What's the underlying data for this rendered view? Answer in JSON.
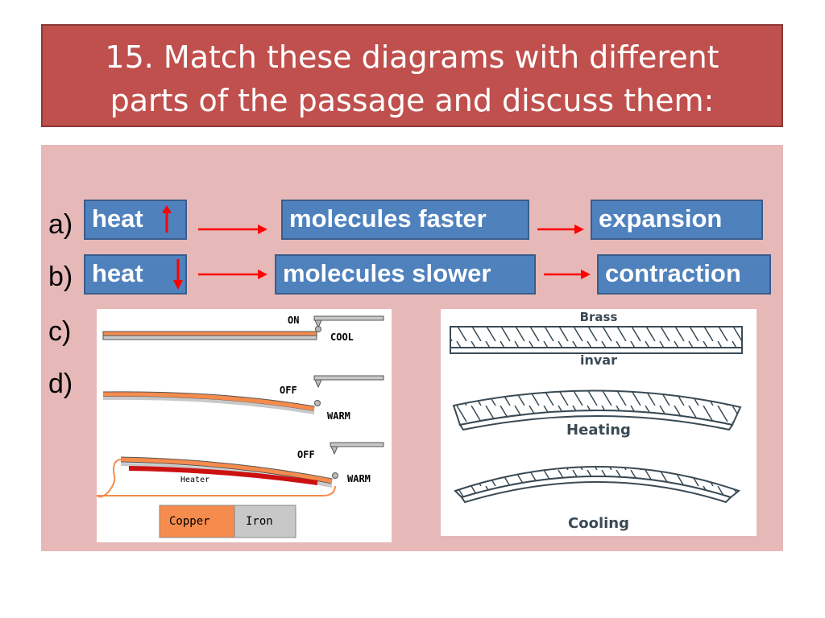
{
  "title": {
    "line1": "15. Match these diagrams with different",
    "line2": "parts of the passage and discuss them:"
  },
  "items": [
    {
      "label": "a)",
      "chips": [
        "heat",
        "molecules faster",
        "expansion"
      ],
      "heat_arrow": "up"
    },
    {
      "label": "b)",
      "chips": [
        "heat",
        "molecules slower",
        "contraction"
      ],
      "heat_arrow": "down"
    },
    {
      "label": "c)"
    },
    {
      "label": "d)"
    }
  ],
  "thermostat": {
    "on": "ON",
    "cool": "COOL",
    "off1": "OFF",
    "warm1": "WARM",
    "off2": "OFF",
    "warm2": "WARM",
    "heater": "Heater",
    "legend_copper": "Copper",
    "legend_iron": "Iron"
  },
  "bimetal": {
    "brass": "Brass",
    "invar": "invar",
    "heating": "Heating",
    "cooling": "Cooling"
  },
  "colors": {
    "title_bg": "#c0504d",
    "content_bg": "#e6b9b8",
    "chip_bg": "#4f81bd",
    "arrow": "#ff0000",
    "copper": "#f58b4c",
    "iron": "#c8c8c8"
  }
}
